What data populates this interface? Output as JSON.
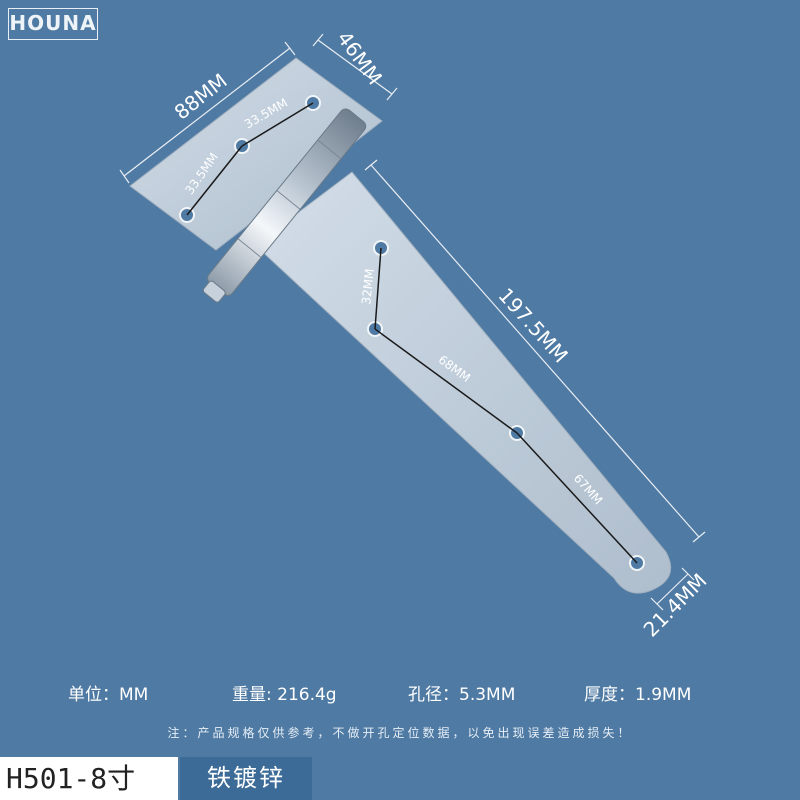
{
  "brand": {
    "logo_text": "HOUNA"
  },
  "dimensions": {
    "leaf_width": "88MM",
    "leaf_height": "46MM",
    "leaf_hole_spacing_1": "33.5MM",
    "leaf_hole_spacing_2": "33.5MM",
    "strap_length": "197.5MM",
    "strap_end_width": "21.4MM",
    "strap_hole_spacing_1": "32MM",
    "strap_hole_spacing_2": "68MM",
    "strap_hole_spacing_3": "67MM"
  },
  "specs": {
    "unit": "单位：MM",
    "weight": "重量: 216.4g",
    "hole_diameter": "孔径：5.3MM",
    "thickness": "厚度：1.9MM"
  },
  "note": "注：产品规格仅供参考，不做开孔定位数据，以免出现误差造成损失！",
  "product": {
    "model": "H501-8寸",
    "finish": "铁镀锌"
  },
  "colors": {
    "background": "#4f7aa3",
    "finish_badge": "#3c6b97"
  }
}
